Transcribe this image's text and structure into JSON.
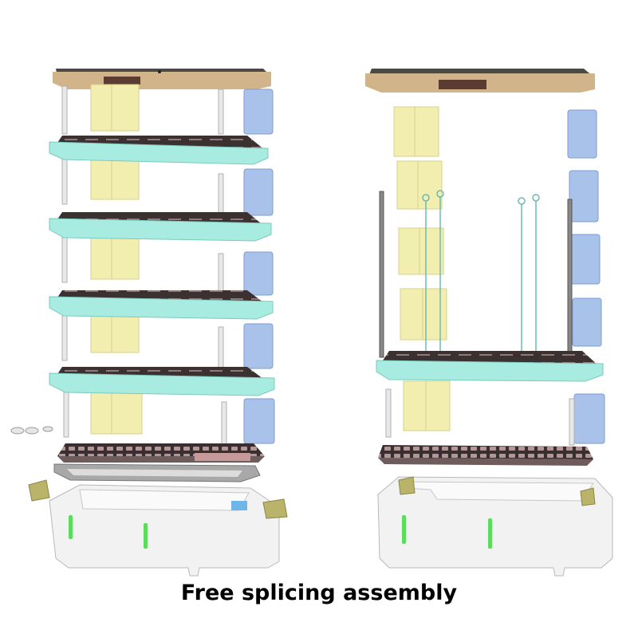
{
  "caption": "Free splicing assembly",
  "colors": {
    "frame": "#a8ebe1",
    "frame_edge": "#7cc9bd",
    "grid_plate": "#3a2f30",
    "hole": "#d8c0c0",
    "lid_top": "#4a4a46",
    "lid_edge": "#d2b48a",
    "pillar": "#f2eeb0",
    "pillar_dark": "#d8d08a",
    "blue_block": "#a9c2ea",
    "blue_dark": "#7e9cd0",
    "base": "#f2f2f2",
    "base_edge": "#b8b8b8",
    "led": "#59dd5a",
    "bracket": "#b9b46a",
    "tray": "#9a9a9a"
  },
  "assemblies": [
    {
      "name": "left",
      "lid": true,
      "frames": 4,
      "layout": "stacked"
    },
    {
      "name": "right",
      "lid": true,
      "frames": 1,
      "layout": "open"
    }
  ]
}
